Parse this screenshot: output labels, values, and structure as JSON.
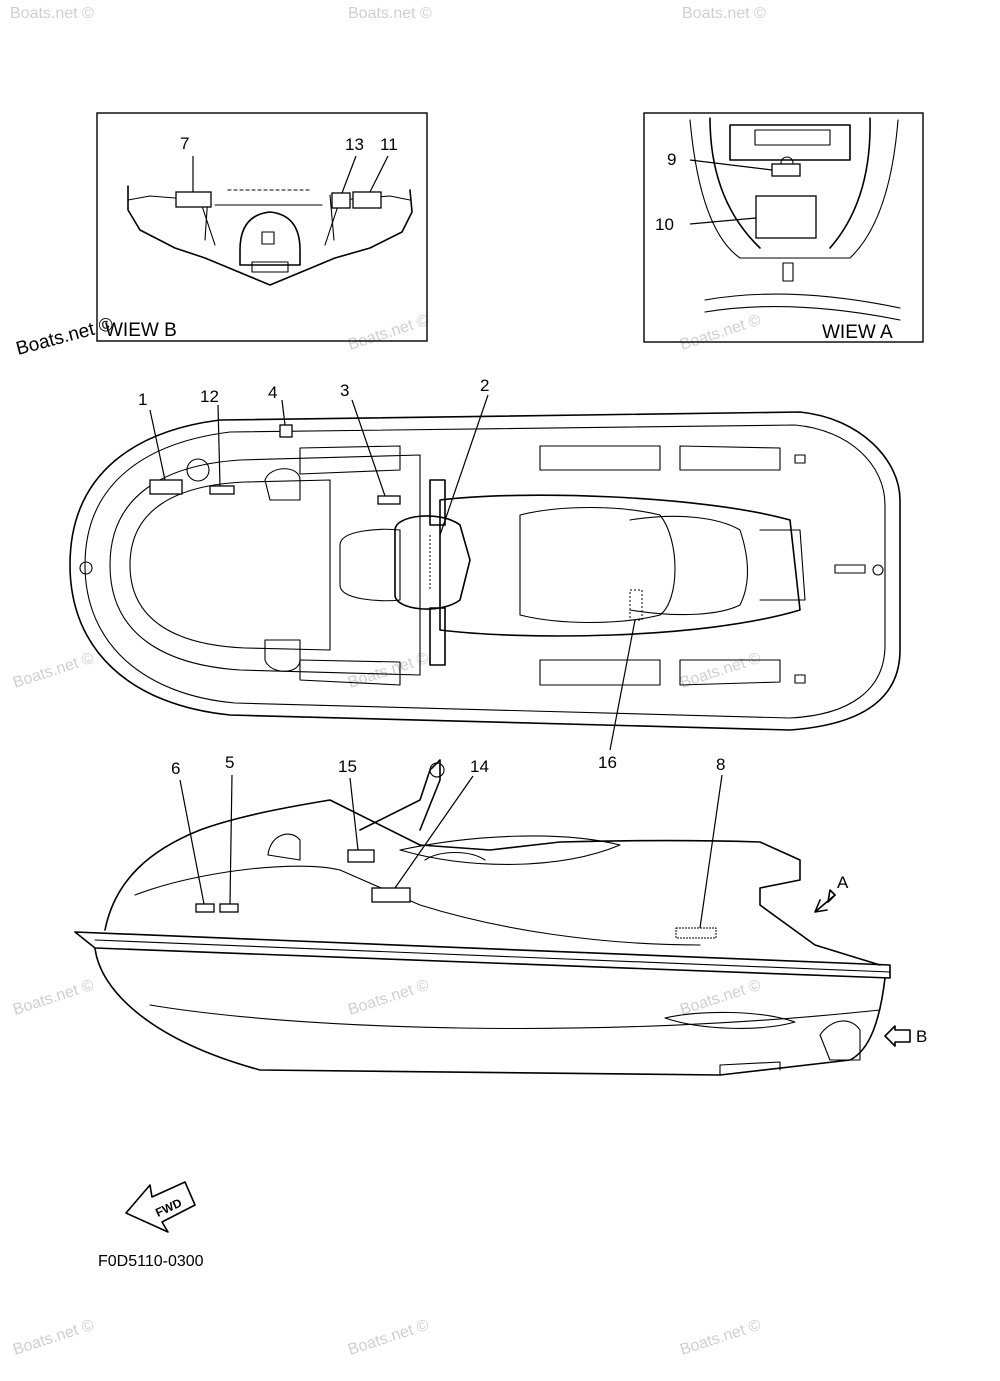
{
  "callouts": {
    "c1": "1",
    "c2": "2",
    "c3": "3",
    "c4": "4",
    "c5": "5",
    "c6": "6",
    "c7": "7",
    "c8": "8",
    "c9": "9",
    "c10": "10",
    "c11": "11",
    "c12": "12",
    "c13": "13",
    "c14": "14",
    "c15": "15",
    "c16": "16"
  },
  "views": {
    "view_b": "WIEW B",
    "view_a": "WIEW A",
    "arrow_a": "A",
    "arrow_b": "B"
  },
  "fwd_label": "FWD",
  "part_code": "F0D5110-0300",
  "watermark": {
    "text": "Boats.net ©",
    "main": "Boats.net ©"
  }
}
